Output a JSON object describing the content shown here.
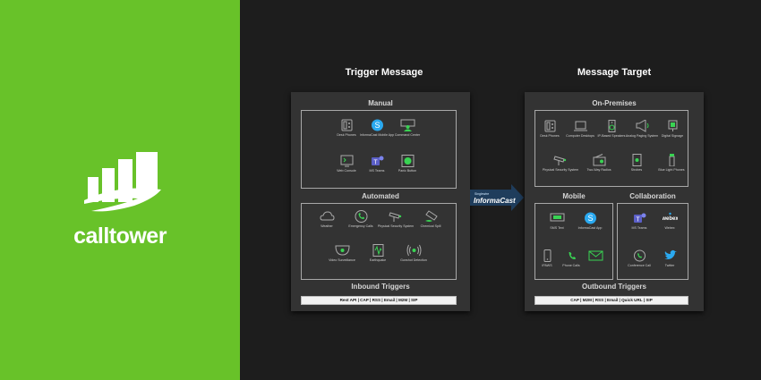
{
  "brand": {
    "name": "calltower"
  },
  "headings": {
    "trigger": "Trigger Message",
    "target": "Message Target"
  },
  "trigger": {
    "manual": {
      "title": "Manual",
      "items": [
        {
          "label": "Desk Phones",
          "icon": "desk-phone-icon"
        },
        {
          "label": "InformaCast Mobile App",
          "icon": "informacast-app-icon"
        },
        {
          "label": "Command Center",
          "icon": "command-center-icon"
        },
        {
          "label": "Web Console",
          "icon": "web-console-icon"
        },
        {
          "label": "MS Teams",
          "icon": "ms-teams-icon"
        },
        {
          "label": "Panic Button",
          "icon": "panic-button-icon"
        }
      ]
    },
    "automated": {
      "title": "Automated",
      "items": [
        {
          "label": "Weather",
          "icon": "weather-icon"
        },
        {
          "label": "Emergency Calls",
          "icon": "emergency-call-icon"
        },
        {
          "label": "Physical Security System",
          "icon": "security-camera-icon"
        },
        {
          "label": "Chemical Spill",
          "icon": "chemical-spill-icon"
        },
        {
          "label": "Video Surveillance",
          "icon": "video-surveillance-icon"
        },
        {
          "label": "Earthquake",
          "icon": "earthquake-icon"
        },
        {
          "label": "Gunshot Detection",
          "icon": "gunshot-detection-icon"
        }
      ]
    },
    "inbound": {
      "title": "Inbound Triggers",
      "bar": "Rest API | CAP | RSS | Email | M2M | SIP"
    }
  },
  "arrow": {
    "brand_small": "Singlewire",
    "brand_big": "InformaCast"
  },
  "target": {
    "onprem": {
      "title": "On-Premises",
      "items": [
        {
          "label": "Desk Phones",
          "icon": "desk-phone-icon"
        },
        {
          "label": "Computer Desktops",
          "icon": "laptop-icon"
        },
        {
          "label": "IP-Based Speakers",
          "icon": "speaker-icon"
        },
        {
          "label": "Analog Paging System",
          "icon": "paging-horn-icon"
        },
        {
          "label": "Digital Signage",
          "icon": "signage-icon"
        },
        {
          "label": "Physical Security System",
          "icon": "security-camera-icon"
        },
        {
          "label": "Two-Way Radios",
          "icon": "radio-icon"
        },
        {
          "label": "Strobes",
          "icon": "strobe-icon"
        },
        {
          "label": "Blue Light Phones",
          "icon": "blue-light-phone-icon"
        }
      ]
    },
    "mobile": {
      "title": "Mobile",
      "items": [
        {
          "label": "SMS Text",
          "icon": "sms-icon"
        },
        {
          "label": "InformaCast App",
          "icon": "informacast-app-icon"
        },
        {
          "label": "IPAWS",
          "icon": "ipaws-icon"
        },
        {
          "label": "Phone Calls",
          "icon": "phone-icon"
        },
        {
          "label": "",
          "icon": "email-icon"
        }
      ]
    },
    "collab": {
      "title": "Collaboration",
      "items": [
        {
          "label": "MS Teams",
          "icon": "ms-teams-icon"
        },
        {
          "label": "Webex",
          "icon": "webex-icon"
        },
        {
          "label": "Conference Call",
          "icon": "conference-call-icon"
        },
        {
          "label": "Twitter",
          "icon": "twitter-icon"
        }
      ]
    },
    "outbound": {
      "title": "Outbound Triggers",
      "bar": "CAP | M2M | RSS | Email | Quick URL | SIP"
    }
  },
  "colors": {
    "accent_green": "#68c229",
    "icon_green": "#39d353",
    "icon_blue": "#2aa9f0",
    "panel": "#333333"
  }
}
